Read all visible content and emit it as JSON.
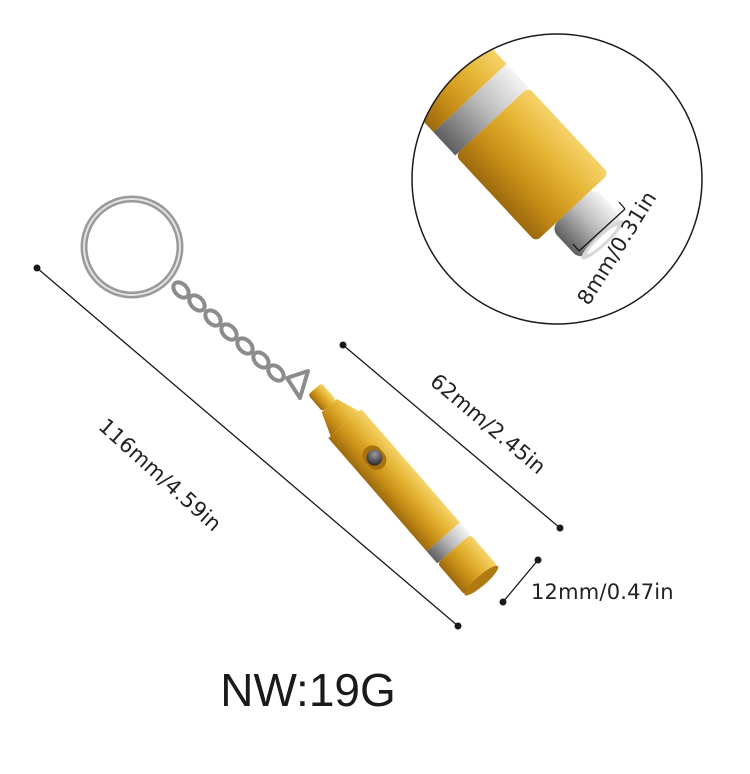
{
  "product": {
    "dimensions": {
      "total_length": "116mm/4.59in",
      "body_length": "62mm/2.45in",
      "tip_diameter": "8mm/0.31in",
      "body_diameter": "12mm/0.47in"
    },
    "weight_label": "NW:19G"
  },
  "colors": {
    "gold": "#d9a424",
    "silver": "#b9b9b9",
    "line": "#1a1a1a",
    "ring": "#8e8e8e"
  }
}
